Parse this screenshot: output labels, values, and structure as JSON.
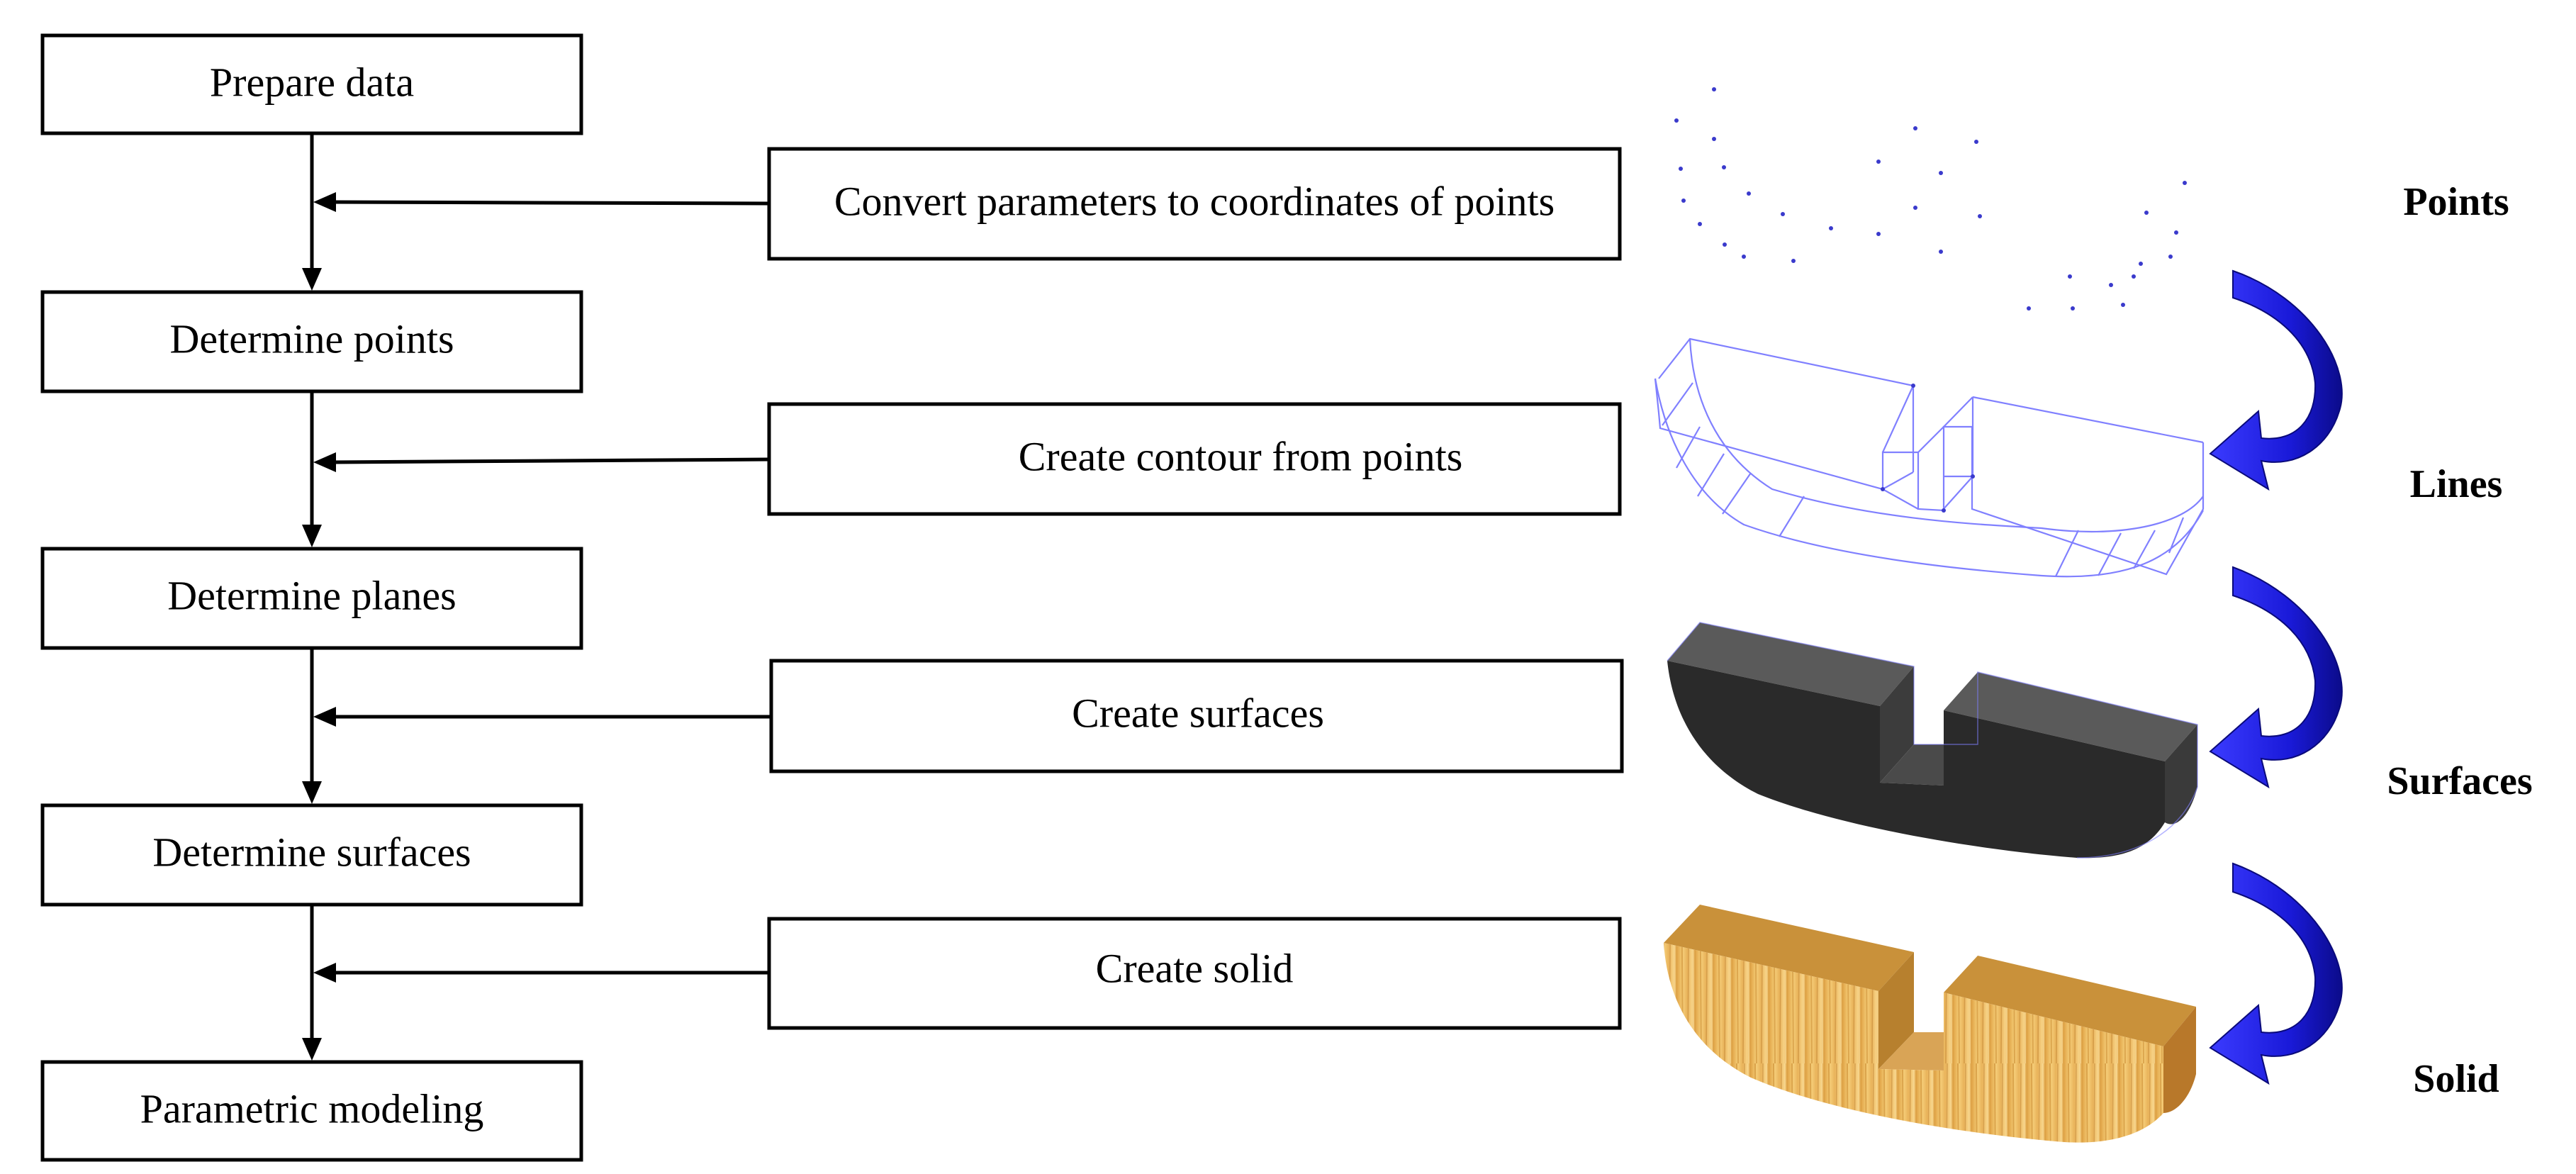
{
  "flow_steps": [
    "Prepare data",
    "Determine points",
    "Determine planes",
    "Determine surfaces",
    "Parametric modeling"
  ],
  "operations": [
    "Convert parameters to coordinates of points",
    "Create contour from points",
    "Create surfaces",
    "Create solid"
  ],
  "stage_labels": [
    "Points",
    "Lines",
    "Surfaces",
    "Solid"
  ],
  "colors": {
    "stroke": "#000000",
    "wireframe": "#8080ff",
    "points": "#3a3acc",
    "arrow_fill": "#1a1ad9",
    "surface_dark": "#2a2a2a",
    "surface_top": "#555555",
    "wood_light": "#f2c46a",
    "wood_dark": "#c98b2c"
  },
  "icons": [
    "curved-arrow-icon",
    "point-cloud-icon",
    "wireframe-icon",
    "surface-model-icon",
    "solid-model-icon"
  ]
}
